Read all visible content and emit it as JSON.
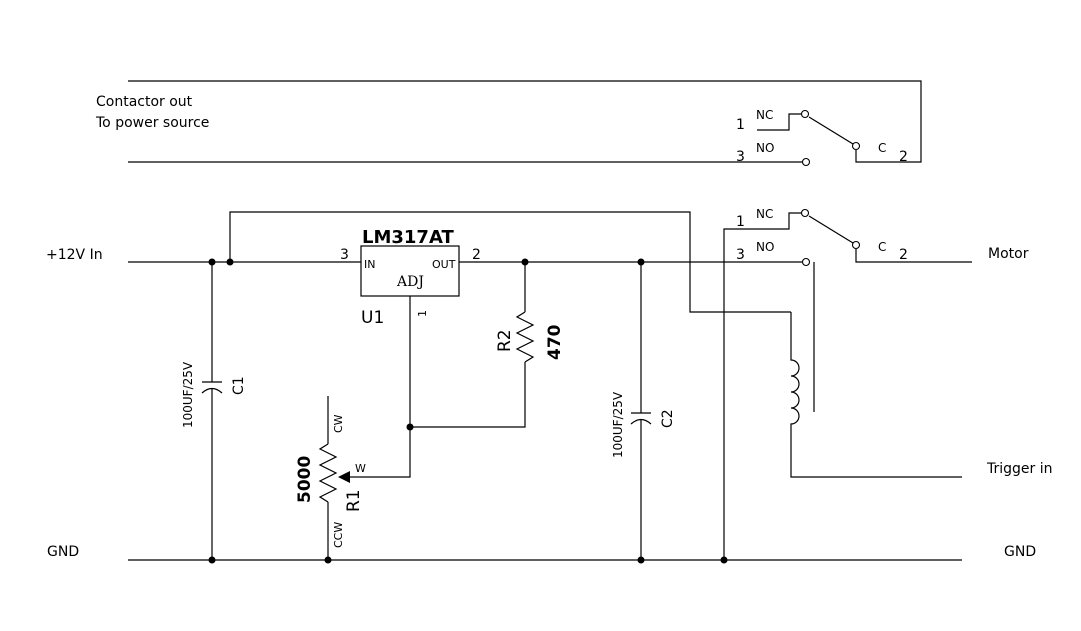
{
  "labels": {
    "contactor_line1": "Contactor out",
    "contactor_line2": "To power source",
    "input_label": "+12V In",
    "motor_label": "Motor",
    "trigger_label": "Trigger in",
    "gnd_left": "GND",
    "gnd_right": "GND"
  },
  "relay_top": {
    "nc": "NC",
    "no": "NO",
    "c": "C",
    "pin_nc": "1",
    "pin_no": "3",
    "pin_c": "2"
  },
  "relay_bottom": {
    "nc": "NC",
    "no": "NO",
    "c": "C",
    "pin_nc": "1",
    "pin_no": "3",
    "pin_c": "2"
  },
  "regulator": {
    "part": "LM317AT",
    "ref": "U1",
    "in": "IN",
    "out": "OUT",
    "adj": "ADJ",
    "pin_in": "3",
    "pin_out": "2",
    "pin_adj": "1"
  },
  "c1": {
    "ref": "C1",
    "value": "100UF/25V"
  },
  "c2": {
    "ref": "C2",
    "value": "100UF/25V"
  },
  "r1": {
    "ref": "R1",
    "value": "5000",
    "cw": "CW",
    "ccw": "CCW",
    "wiper": "W"
  },
  "r2": {
    "ref": "R2",
    "value": "470"
  }
}
